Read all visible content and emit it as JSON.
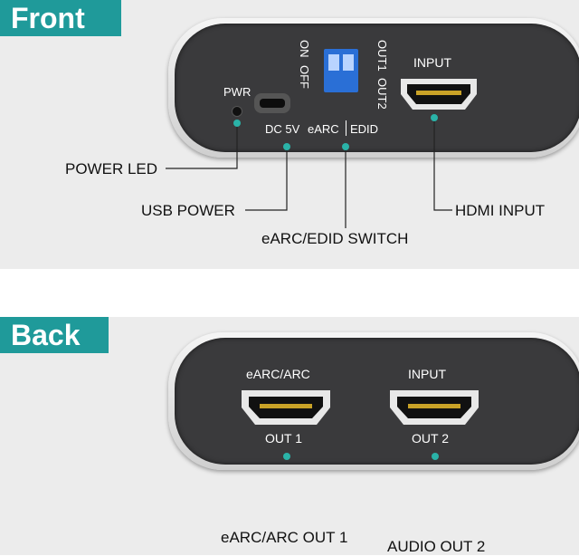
{
  "front": {
    "tag": "Front",
    "device": {
      "pwr": "PWR",
      "off": "OFF",
      "on": "ON",
      "dc5v": "DC 5V",
      "earc": "eARC",
      "edid": "EDID",
      "out2": "OUT2",
      "out1": "OUT1",
      "input": "INPUT"
    },
    "callouts": {
      "power_led": "POWER LED",
      "usb_power": "USB POWER",
      "switch": "eARC/EDID SWITCH",
      "hdmi_input": "HDMI INPUT"
    }
  },
  "back": {
    "tag": "Back",
    "device": {
      "earc_arc": "eARC/ARC",
      "input": "INPUT",
      "out1": "OUT 1",
      "out2": "OUT 2"
    },
    "callouts": {
      "earc_out1": "eARC/ARC OUT 1",
      "audio_out2": "AUDIO OUT 2"
    }
  },
  "colors": {
    "accent": "#1f9a9a",
    "device": "#3a3a3c",
    "indicator": "#2ab3a8"
  }
}
